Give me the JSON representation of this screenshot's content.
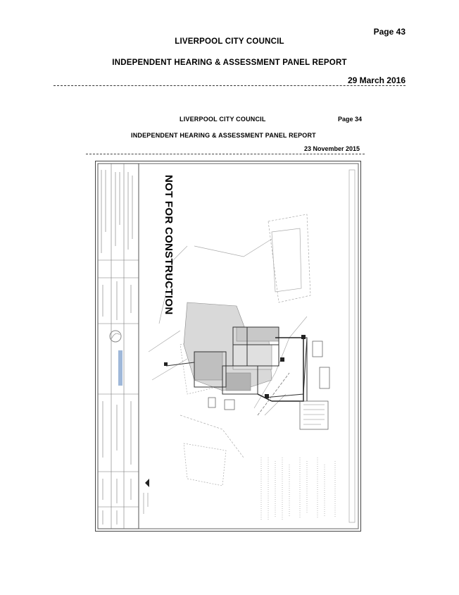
{
  "header": {
    "page_number": "Page 43",
    "council": "LIVERPOOL CITY COUNCIL",
    "panel_report": "INDEPENDENT HEARING & ASSESSMENT PANEL REPORT",
    "date": "29 March 2016"
  },
  "embedded_page": {
    "council": "LIVERPOOL CITY COUNCIL",
    "page_number": "Page 34",
    "panel_report": "INDEPENDENT HEARING & ASSESSMENT PANEL REPORT",
    "date": "23 November 2015"
  },
  "drawing": {
    "stamp": "NOT FOR CONSTRUCTION"
  }
}
